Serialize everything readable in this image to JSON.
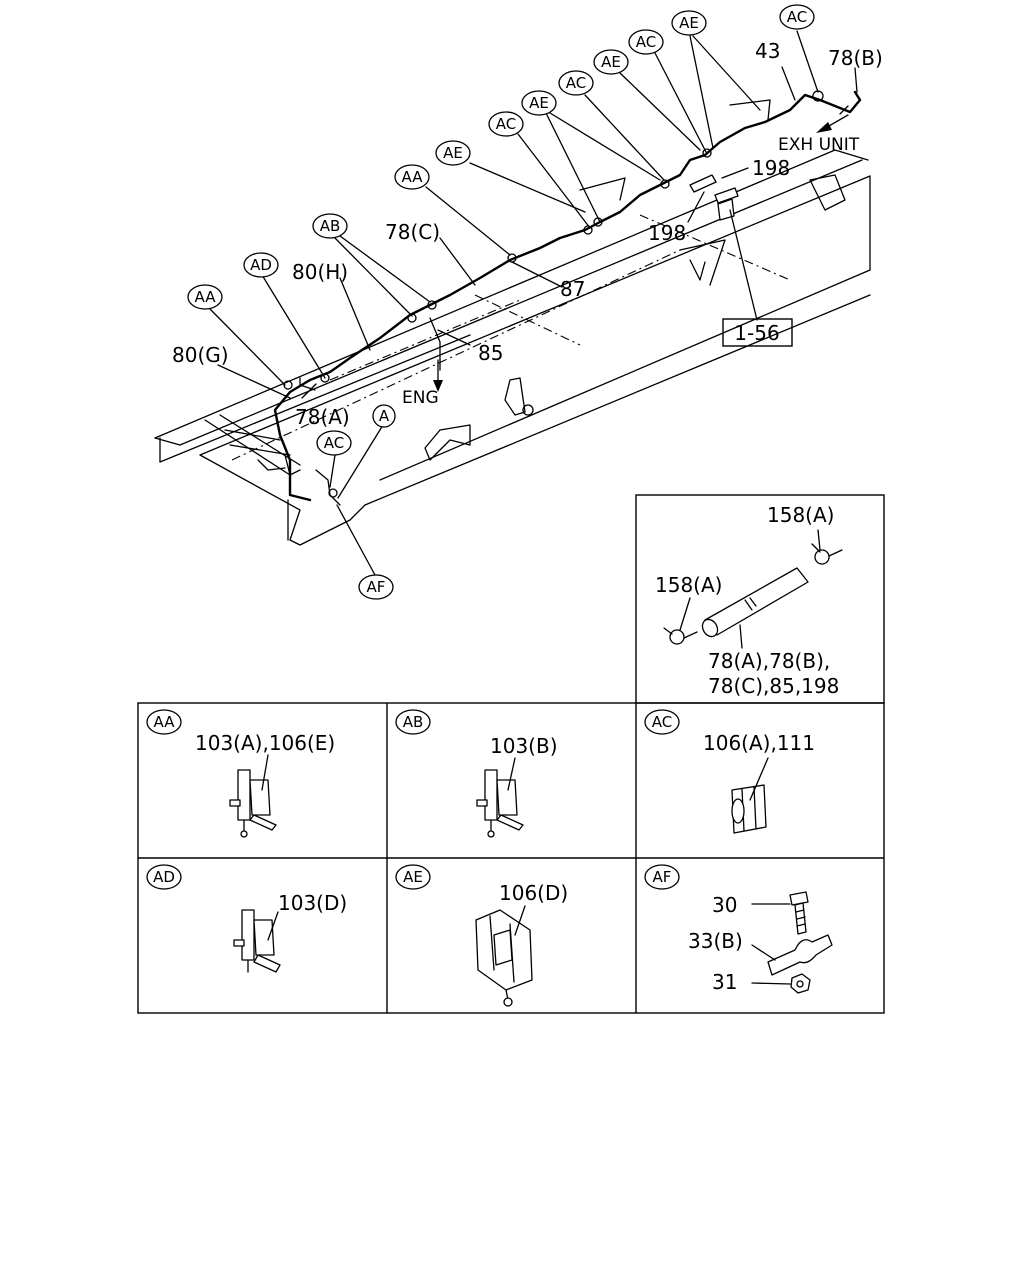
{
  "callouts": {
    "ac_top": "AC",
    "label_78b": "78(B)",
    "ae_top": "AE",
    "label_43": "43",
    "ac_2": "AC",
    "ae_2": "AE",
    "ac_3": "AC",
    "ae_3": "AE",
    "label_198_a": "198",
    "label_198_b": "198",
    "ac_4": "AC",
    "ae_4": "AE",
    "aa_top": "AA",
    "ab_top": "AB",
    "label_78c": "78(C)",
    "label_87": "87",
    "ad_top": "AD",
    "label_80h": "80(H)",
    "label_ref": "1-56",
    "aa_left": "AA",
    "label_85": "85",
    "label_80g": "80(G)",
    "label_eng": "ENG",
    "label_78a": "78(A)",
    "a_circle": "A",
    "ac_bottom": "AC",
    "af_bottom": "AF",
    "exh_unit": "EXH UNIT"
  },
  "detail_hose": {
    "label_158a_top": "158(A)",
    "label_158a_left": "158(A)",
    "caption_line1": "78(A),78(B),",
    "caption_line2": "78(C),85,198"
  },
  "detail_cells": {
    "aa": {
      "tag": "AA",
      "parts": "103(A),106(E)"
    },
    "ab": {
      "tag": "AB",
      "parts": "103(B)"
    },
    "ac": {
      "tag": "AC",
      "parts": "106(A),111"
    },
    "ad": {
      "tag": "AD",
      "parts": "103(D)"
    },
    "ae": {
      "tag": "AE",
      "parts": "106(D)"
    },
    "af": {
      "tag": "AF",
      "part_30": "30",
      "part_33b": "33(B)",
      "part_31": "31"
    }
  }
}
